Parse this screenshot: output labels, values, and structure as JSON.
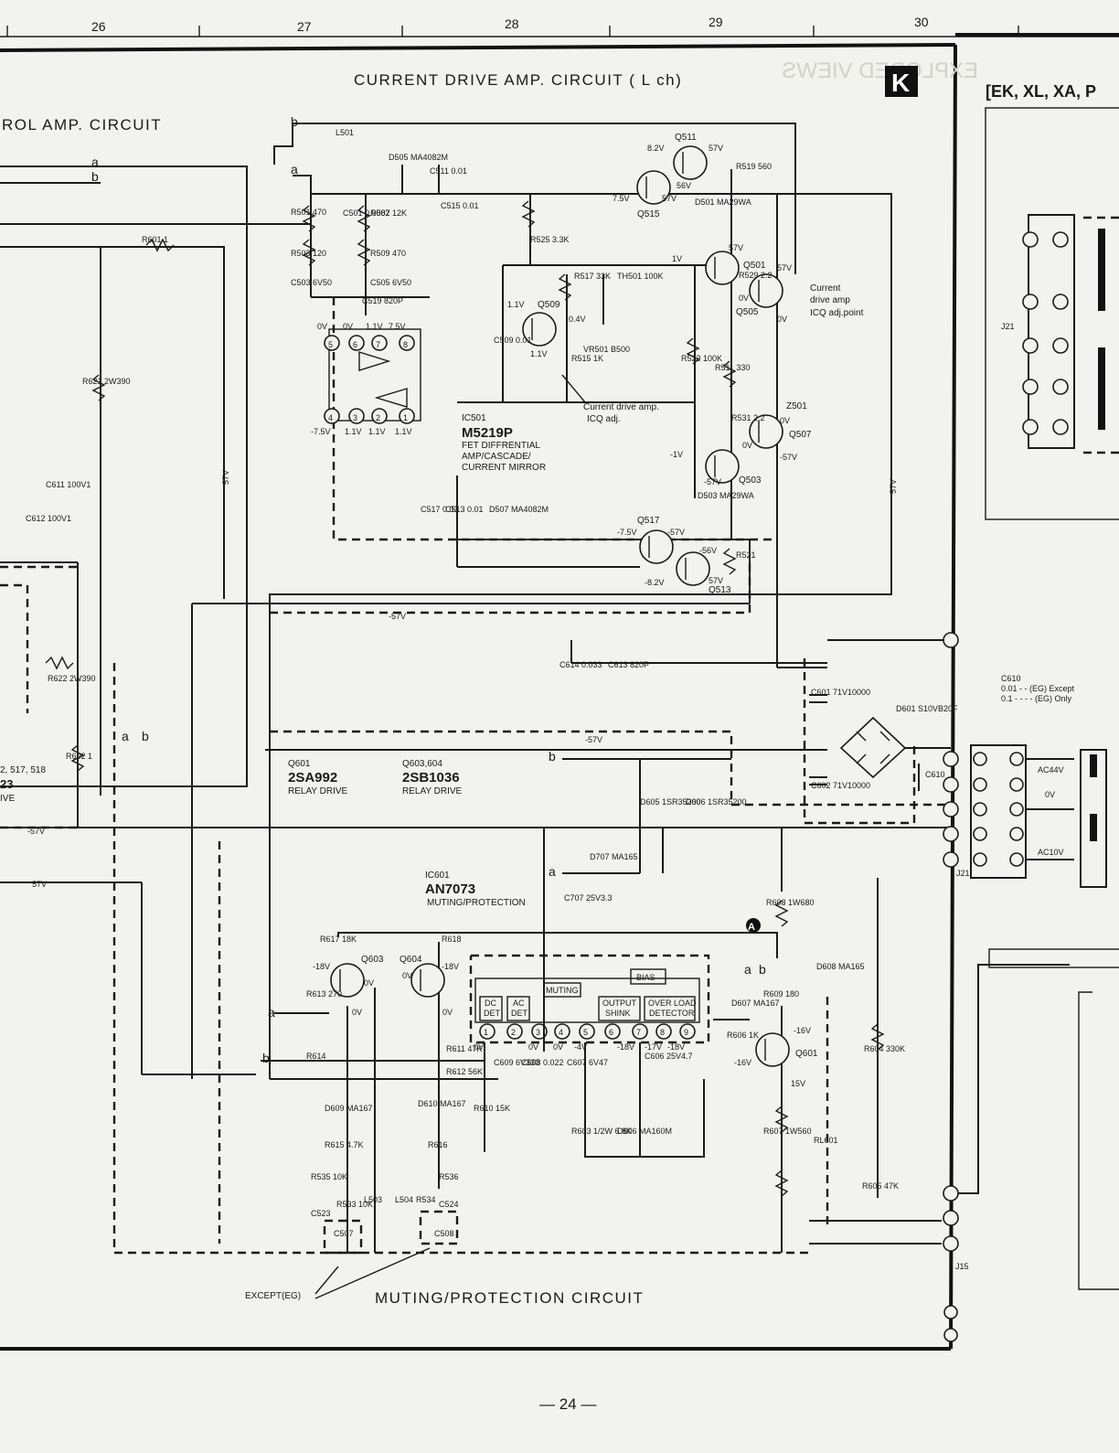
{
  "ruler": {
    "columns": [
      "26",
      "27",
      "28",
      "29",
      "30"
    ]
  },
  "sections": {
    "current_drive_title": "CURRENT DRIVE AMP. CIRCUIT ( L ch)",
    "control_amp_title": "ROL AMP. CIRCUIT",
    "muting_title": "MUTING/PROTECTION CIRCUIT",
    "block_letter": "K",
    "right_header": "[EK, XL, XA, P",
    "ghost_text": "EXPLODED VIEWS"
  },
  "ics": {
    "ic501": {
      "ref": "IC501",
      "part": "M5219P",
      "desc1": "FET DIFFRENTIAL",
      "desc2": "AMP/CASCADE/",
      "desc3": "CURRENT MIRROR"
    },
    "ic601": {
      "ref": "IC601",
      "part": "AN7073",
      "desc": "MUTING/PROTECTION"
    }
  },
  "relay_drive": {
    "q601_ref": "Q601",
    "q601_part": "2SA992",
    "q601_desc": "RELAY DRIVE",
    "q603_ref": "Q603,604",
    "q603_part": "2SB1036",
    "q603_desc": "RELAY DRIVE"
  },
  "ic601_blocks": {
    "bias": "BIAS",
    "muting": "MUTING",
    "dc_det_1": "DC",
    "dc_det_2": "DET",
    "ac_det_1": "AC",
    "ac_det_2": "DET",
    "out_1": "OUTPUT",
    "out_2": "SHINK",
    "ovl_1": "OVER LOAD",
    "ovl_2": "DETECTOR"
  },
  "notes": {
    "adj_point_1": "Current",
    "adj_point_2": "drive amp",
    "adj_point_3": "ICQ adj.point",
    "adj_1": "Current drive amp.",
    "adj_2": "ICQ adj.",
    "except_eg": "EXCEPT(EG)",
    "c610_1": "C610",
    "c610_2": "0.01 - - (EG) Except",
    "c610_3": "0.1 - - - - (EG) Only",
    "left_list_1": "2, 517, 518",
    "left_list_2": "23",
    "left_list_3": "IVE",
    "page_number": "— 24 —"
  },
  "components": {
    "l501": "L501",
    "r501": "R501 470",
    "r503": "R503 120",
    "c503": "C503 6V50",
    "c501": "C501 0.0082",
    "r507": "R507 12K",
    "r509": "R509 470",
    "c505": "C505 6V50",
    "c519": "C519 820P",
    "d505": "D505 MA4082M",
    "c511": "C511 0.01",
    "c515": "C515 0.01",
    "r525": "R525 3.3K",
    "q511": "Q511",
    "q515": "Q515",
    "r519": "R519 560",
    "d501": "D501 MA29WA",
    "q501": "Q501",
    "r529": "R529 2.2",
    "q505": "Q505",
    "q509": "Q509",
    "r517": "R517 33K",
    "th501": "TH501 100K",
    "c509": "C509 0.01",
    "r515": "R515 1K",
    "vr501": "VR501 B500",
    "r523": "R523 100K",
    "r511": "R511 330",
    "z501": "Z501",
    "r531": "R531 2.2",
    "q507": "Q507",
    "q503": "Q503",
    "d503": "D503 MA29WA",
    "c517": "C517 0.01",
    "c513": "C513 0.01",
    "d507": "D507 MA4082M",
    "q517": "Q517",
    "q513": "Q513",
    "r521": "R521",
    "r601": "R601 1",
    "r621": "R621 2W390",
    "c611": "C611 100V1",
    "c612": "C612 100V1",
    "r622": "R622 2W390",
    "r602": "R602 1",
    "c614": "C614 0.033",
    "c613": "C613 820P",
    "c601": "C601 71V10000",
    "c602": "C602 71V10000",
    "d601": "D601 S10VB20F",
    "c610": "C610",
    "j21": "J21",
    "d605": "D605 1SR35200",
    "d606": "D606 1SR35200",
    "d707": "D707 MA165",
    "c707": "C707 25V3.3",
    "r608": "R608 1W680",
    "d608": "D608 MA165",
    "r609": "R609 180",
    "d607": "D607 MA167",
    "r606": "R606 1K",
    "q601": "Q601",
    "r604": "R604 330K",
    "r607": "R607 1W560",
    "rl601": "RL601",
    "r605": "R605 47K",
    "r617": "R617 18K",
    "r618": "R618",
    "q603": "Q603",
    "q604": "Q604",
    "r613": "R613 270",
    "r611": "R611 47K",
    "r614": "R614",
    "r612": "R612 56K",
    "c609": "C609 6V330",
    "c608": "C608 0.022",
    "c607": "C607 6V47",
    "c606": "C606 25V4.7",
    "r610": "R610 15K",
    "d609": "D609 MA167",
    "d610": "D610 MA167",
    "r615": "R615 4.7K",
    "r616": "R616",
    "r603": "R603 1/2W 6.8K",
    "d606b": "D606 MA160M",
    "r535": "R535 10K",
    "r533": "R533 10K",
    "c523": "C523",
    "l503": "L503",
    "l504": "L504",
    "r534": "R534",
    "r536": "R536",
    "c524": "C524",
    "c507": "C507",
    "c508": "C508",
    "j15": "J15"
  },
  "voltages": {
    "v57": "57V",
    "vm57": "-57V",
    "v82": "8.2V",
    "v75": "7.5V",
    "v56": "56V",
    "v1": "1V",
    "vm1": "-1V",
    "v0": "0V",
    "v11": "1.1V",
    "v04": "0.4V",
    "vm75": "-7.5V",
    "vm82": "-8.2V",
    "vm56": "-56V",
    "vm18": "-18V",
    "vm16": "-16V",
    "v15": "15V",
    "vm4": "-4V",
    "vm17": "-17V",
    "ac44": "AC44V",
    "ac10": "AC10V"
  },
  "labels": {
    "a": "a",
    "b": "b",
    "A": "A"
  }
}
